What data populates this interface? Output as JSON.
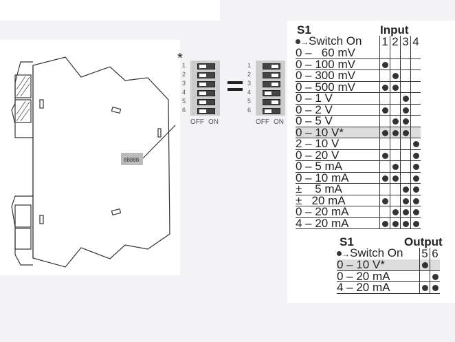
{
  "switch_diagram": {
    "asterisk": "*",
    "numbers": [
      "1",
      "2",
      "3",
      "4",
      "5",
      "6"
    ],
    "off_label": "OFF",
    "on_label": "ON",
    "equals": "=",
    "default_on": [
      1,
      2,
      3,
      5
    ]
  },
  "input_table": {
    "s1": "S1",
    "title": "Input",
    "switch_on": "Switch On",
    "columns": [
      "1",
      "2",
      "3",
      "4"
    ],
    "rows": [
      {
        "label": "0 –   60 mV",
        "on": []
      },
      {
        "label": "0 – 100 mV",
        "on": [
          1
        ]
      },
      {
        "label": "0 – 300 mV",
        "on": [
          2
        ]
      },
      {
        "label": "0 – 500 mV",
        "on": [
          1,
          2
        ]
      },
      {
        "label": "0 – 1 V",
        "on": [
          3
        ]
      },
      {
        "label": "0 – 2 V",
        "on": [
          1,
          3
        ]
      },
      {
        "label": "0 – 5 V",
        "on": [
          2,
          3
        ]
      },
      {
        "label": "0 – 10 V*",
        "on": [
          1,
          2,
          3
        ],
        "highlight": true
      },
      {
        "label": "2 – 10 V",
        "on": [
          4
        ]
      },
      {
        "label": "0 – 20 V",
        "on": [
          1,
          4
        ]
      },
      {
        "label": "0 – 5 mA",
        "on": [
          2,
          4
        ]
      },
      {
        "label": "0 – 10 mA",
        "on": [
          1,
          2,
          4
        ]
      },
      {
        "label": "±    5 mA",
        "on": [
          3,
          4
        ]
      },
      {
        "label": "±   20 mA",
        "on": [
          1,
          3,
          4
        ]
      },
      {
        "label": "0 – 20 mA",
        "on": [
          2,
          3,
          4
        ]
      },
      {
        "label": "4 – 20 mA",
        "on": [
          1,
          2,
          3,
          4
        ]
      }
    ]
  },
  "output_table": {
    "s1": "S1",
    "title": "Output",
    "switch_on": "Switch On",
    "columns": [
      "5",
      "6"
    ],
    "rows": [
      {
        "label": "0 – 10 V*",
        "on": [
          5
        ],
        "highlight": true
      },
      {
        "label": "0 – 20 mA",
        "on": [
          6
        ]
      },
      {
        "label": "4 – 20 mA",
        "on": [
          5,
          6
        ]
      }
    ]
  }
}
